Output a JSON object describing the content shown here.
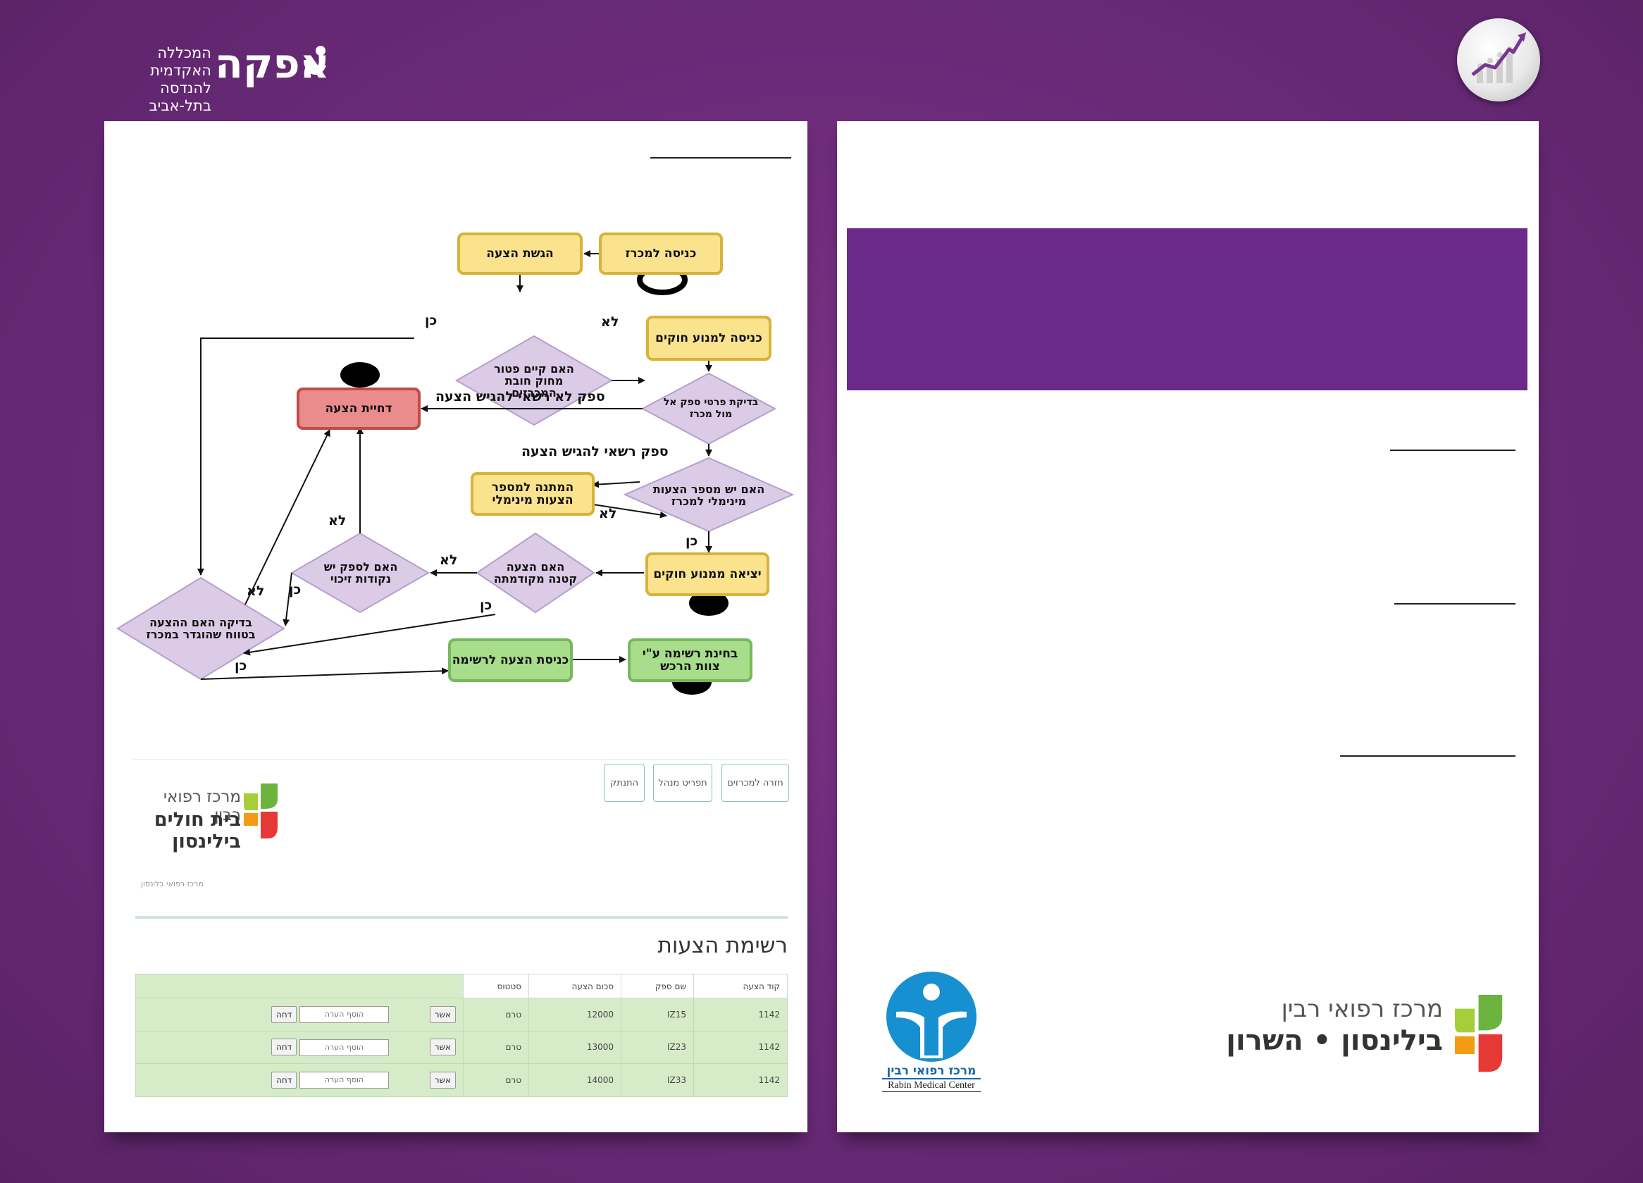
{
  "header": {
    "afeka_name": "אפקה",
    "afeka_line1": "המכללה האקדמית",
    "afeka_line2": "להנדסה בתל-אביב"
  },
  "flowchart": {
    "nodes": {
      "enter_tender": "כניסה למכרז",
      "submit_proposal": "הגשת הצעה",
      "exempt_question": "האם קיים פטור מחוק חובת המכרזים",
      "enter_rules_engine": "כניסה למנוע חוקים",
      "check_supplier": "בדיקת פרטי ספק אל מול מכרז",
      "reject_proposal": "דחיית הצעה",
      "min_proposals_question": "האם יש מספר הצעות מינימלי למכרז",
      "wait_min_proposals": "המתנה למספר הצעות מינימלי",
      "exit_rules_engine": "יציאה ממנוע חוקים",
      "lower_than_previous": "האם הצעה קטנה מקודמתה",
      "credit_points": "האם לספק יש נקודות זיכוי",
      "range_check": "בדיקה האם ההצעה בטווח שהוגדר במכרז",
      "enter_to_list": "כניסת הצעה לרשימה",
      "list_review": "בחינת רשימה ע\"י צוות הרכש"
    },
    "labels": {
      "yes": "כן",
      "no": "לא",
      "supplier_not_allowed": "ספק לא רשאי להגיש הצעה",
      "supplier_allowed": "ספק רשאי להגיש הצעה"
    }
  },
  "app_screenshot": {
    "buttons": {
      "back": "חזרה למכרזים",
      "manager_menu": "תפריט מנהל",
      "logout": "התנתק"
    },
    "hospital_logo_line1": "מרכז רפואי רבין",
    "hospital_logo_line2": "בית חולים בילינסון",
    "small_caption": "מרכז רפואי בלינסון",
    "list_title": "רשימת הצעות",
    "columns": [
      "קוד הצעה",
      "שם ספק",
      "סכום הצעה",
      "סטטוס"
    ],
    "rows": [
      {
        "code": "1142",
        "supplier": "IZ15",
        "amount": "12000",
        "status": "טרם"
      },
      {
        "code": "1142",
        "supplier": "IZ23",
        "amount": "13000",
        "status": "טרם"
      },
      {
        "code": "1142",
        "supplier": "IZ33",
        "amount": "14000",
        "status": "טרם"
      }
    ],
    "approve_label": "אשר",
    "reject_label": "דחה",
    "note_placeholder": "הוסף הערה"
  },
  "right_page": {
    "rmc_hebrew": "מרכז רפואי רבין",
    "rmc_english": "Rabin Medical Center",
    "sharon_line1": "מרכז רפואי רבין",
    "sharon_line2": "בילינסון • השרון"
  },
  "colors": {
    "background": "#6a2a78",
    "banner": "#6b2a8a",
    "yellow_box": "#fbe38d",
    "green_box": "#a8dd8c",
    "red_box": "#ea8c8c",
    "diamond": "#dccbe6",
    "table_row": "#d6ecc9"
  }
}
